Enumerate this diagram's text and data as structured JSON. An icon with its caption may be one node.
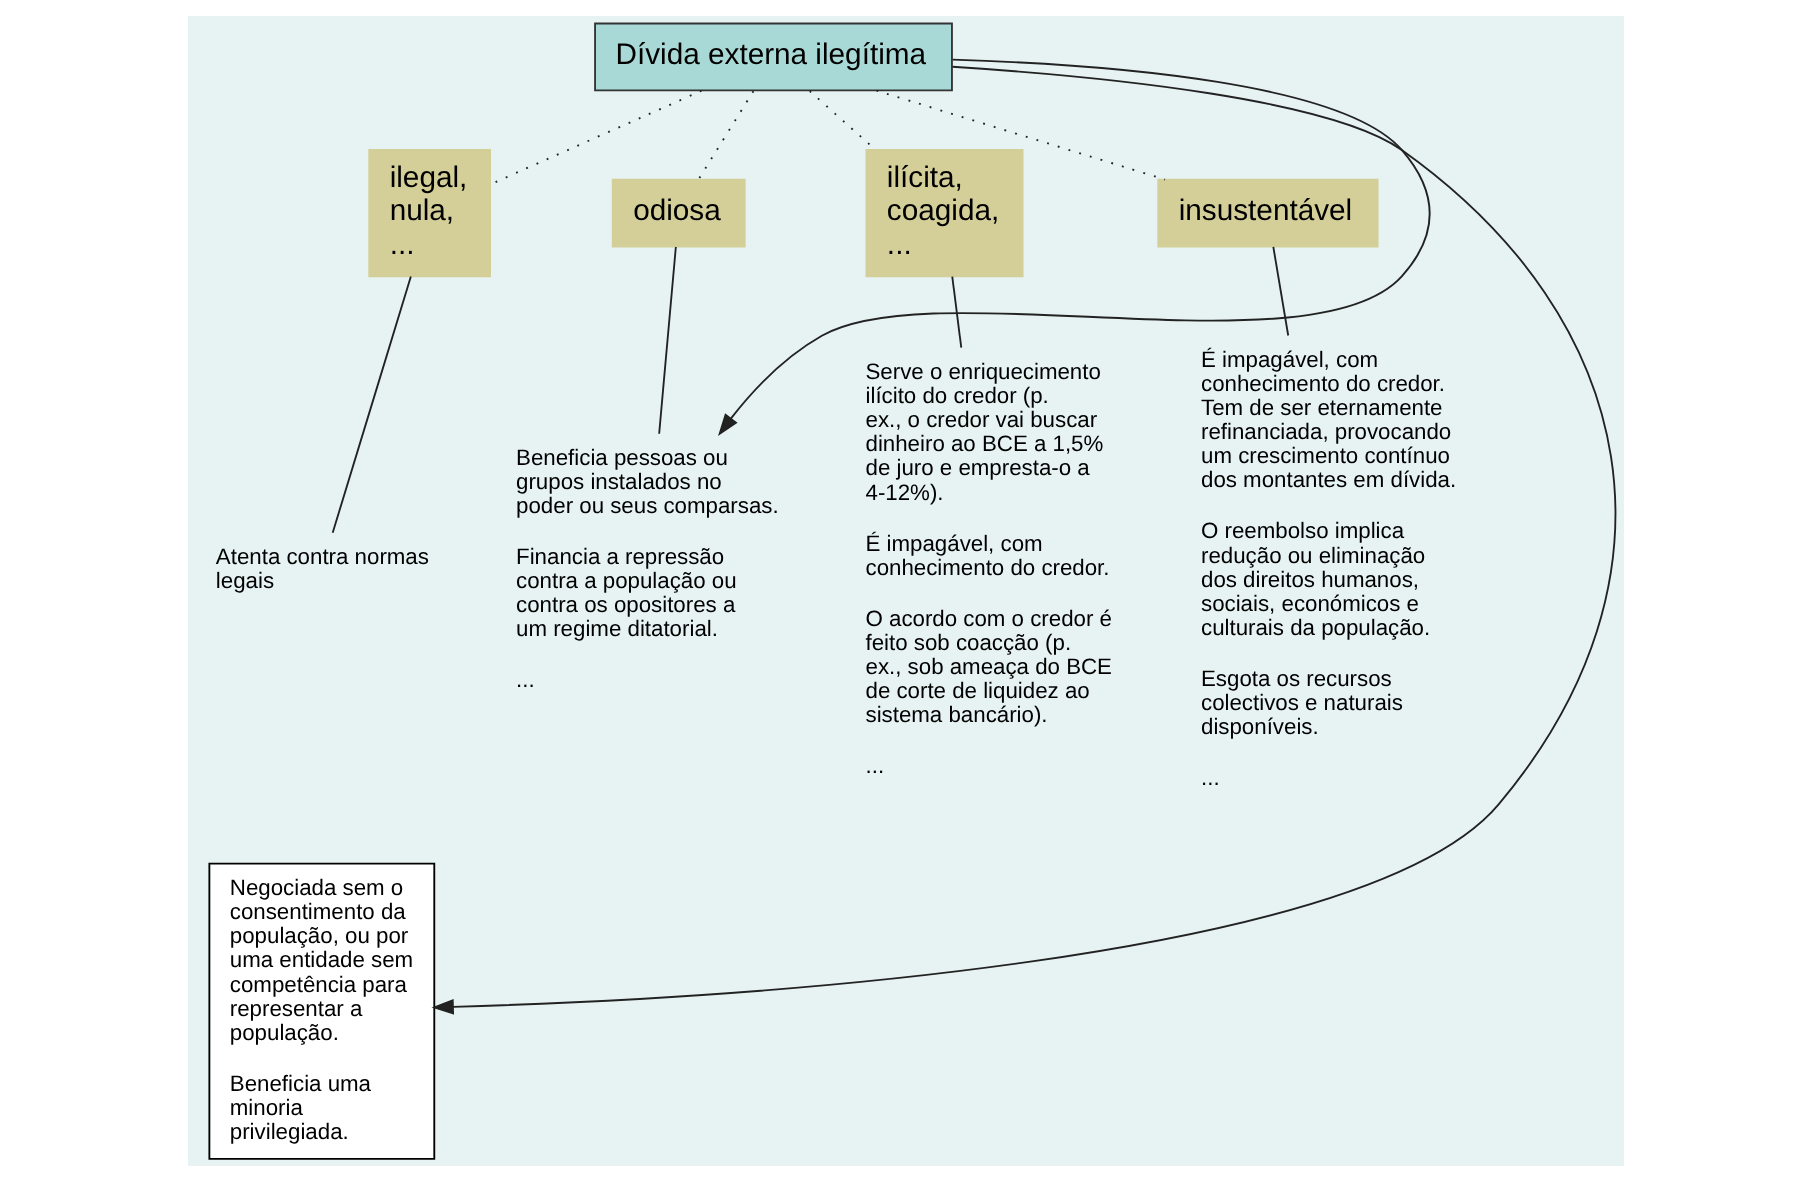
{
  "diagram": {
    "nodes": [
      {
        "text": [
          "Dívida externa ilegítima"
        ]
      },
      {
        "text": [
          "ilegal, nula, ..."
        ]
      },
      {
        "text": [
          "odiosa"
        ]
      },
      {
        "text": [
          "ilícita, coagida, ..."
        ]
      },
      {
        "text": [
          "insustentável"
        ]
      },
      {
        "text": [
          "Atenta contra normas legais"
        ]
      },
      {
        "text": [
          "Negociada sem o consentimento da população, ou por uma entidade sem competência para representar a população.",
          "Beneficia uma minoria privilegiada."
        ]
      },
      {
        "text": [
          "Beneficia pessoas ou grupos instalados no poder ou seus comparsas.",
          "Financia a repressão contra a população ou contra os opositores a um regime ditatorial.",
          "..."
        ]
      },
      {
        "text": [
          "Serve o enriquecimento ilícito do credor (p. ex., o credor vai buscar dinheiro ao BCE a 1,5% de juro e empresta-o a 4-12%).",
          "É impagável, com conhecimento do credor.",
          "O acordo com o credor é feito sob coacção (p. ex., sob ameaça do BCE de corte de liquidez ao sistema bancário).",
          "..."
        ]
      },
      {
        "text": [
          "É impagável, com conhecimento do credor. Tem de ser eternamente refinanciada, provocando um crescimento contínuo dos montantes em dívida.",
          "O reembolso implica redução ou eliminação dos direitos humanos, sociais, económicos e culturais da população.",
          "Esgota os recursos colectivos e naturais disponíveis.",
          "..."
        ]
      }
    ],
    "edges": [
      {
        "from": 0,
        "to": 1,
        "arrow": "none",
        "style": "dashed"
      },
      {
        "from": 0,
        "to": 2,
        "arrow": "none",
        "style": "dashed"
      },
      {
        "from": 0,
        "to": 3,
        "arrow": "none",
        "style": "dashed"
      },
      {
        "from": 0,
        "to": 4,
        "arrow": "none",
        "style": "dashed"
      },
      {
        "from": 1,
        "to": 5,
        "arrow": "none"
      },
      {
        "from": 2,
        "to": 7,
        "arrow": "none"
      },
      {
        "from": 3,
        "to": 8,
        "arrow": "none"
      },
      {
        "from": 4,
        "to": 9,
        "arrow": "none"
      },
      {
        "from": 0,
        "to": 7,
        "arrow": "to"
      },
      {
        "from": 0,
        "to": 6,
        "arrow": "to"
      }
    ]
  }
}
